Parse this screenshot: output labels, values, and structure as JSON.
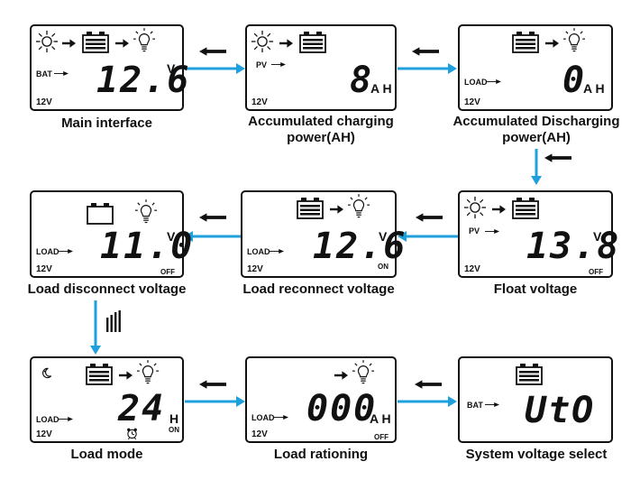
{
  "panels": {
    "main": {
      "caption": "Main interface",
      "value": "12.6",
      "unit": "V",
      "label": "BAT",
      "voltage": "12V"
    },
    "charging": {
      "caption_line1": "Accumulated charging",
      "caption_line2": "power(AH)",
      "value": "8",
      "unit": "A H",
      "label": "PV",
      "voltage": "12V"
    },
    "discharging": {
      "caption_line1": "Accumulated Discharging",
      "caption_line2": "power(AH)",
      "value": "0",
      "unit": "A H",
      "label": "LOAD",
      "voltage": "12V"
    },
    "float": {
      "caption": "Float voltage",
      "value": "13.8",
      "unit": "V",
      "label": "PV",
      "voltage": "12V",
      "status": "OFF"
    },
    "reconnect": {
      "caption": "Load reconnect voltage",
      "value": "12.6",
      "unit": "V",
      "label": "LOAD",
      "voltage": "12V",
      "status": "ON"
    },
    "disconnect": {
      "caption": "Load disconnect voltage",
      "value": "11.0",
      "unit": "V",
      "label": "LOAD",
      "voltage": "12V",
      "status": "OFF"
    },
    "loadmode": {
      "caption": "Load mode",
      "value": "24",
      "unit": "H",
      "label": "LOAD",
      "voltage": "12V",
      "status": "ON"
    },
    "rationing": {
      "caption": "Load rationing",
      "value": "000",
      "unit": "A H",
      "label": "LOAD",
      "voltage": "12V",
      "status": "OFF"
    },
    "sysvolt": {
      "caption": "System voltage select",
      "value": "UtO",
      "label": "BAT"
    }
  },
  "icons": [
    "sun-icon",
    "battery-icon",
    "bulb-icon",
    "moon-icon",
    "alarm-clock-icon",
    "arrow-right-icon",
    "long-press-icon"
  ],
  "colors": {
    "flow_arrow": "#1ea0dc",
    "ink": "#111111"
  }
}
